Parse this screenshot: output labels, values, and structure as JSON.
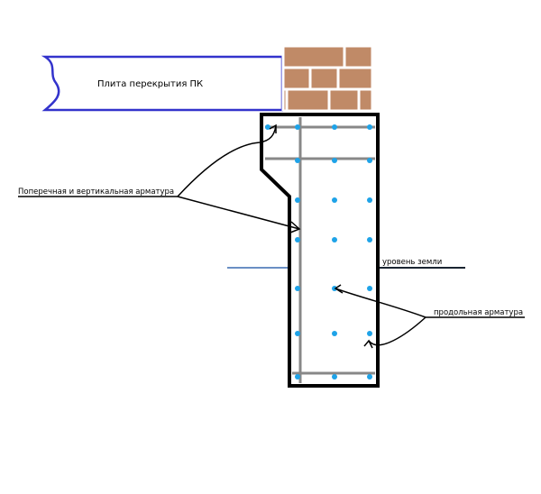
{
  "labels": {
    "slab": "Плита перекрытия ПК",
    "transverse_vertical_rebar": "Поперечная и вертикальная арматура",
    "ground_level": "уровень земли",
    "longitudinal_rebar": "продольная арматура"
  },
  "colors": {
    "slab_outline": "#3333cc",
    "brick": "#c08a67",
    "mortar": "#ffffff",
    "foundation_outline": "#000000",
    "rebar_bars": "#888888",
    "rebar_dots": "#1ea3e8",
    "ground_line": "#6a8fc4",
    "leader_lines": "#000000"
  }
}
